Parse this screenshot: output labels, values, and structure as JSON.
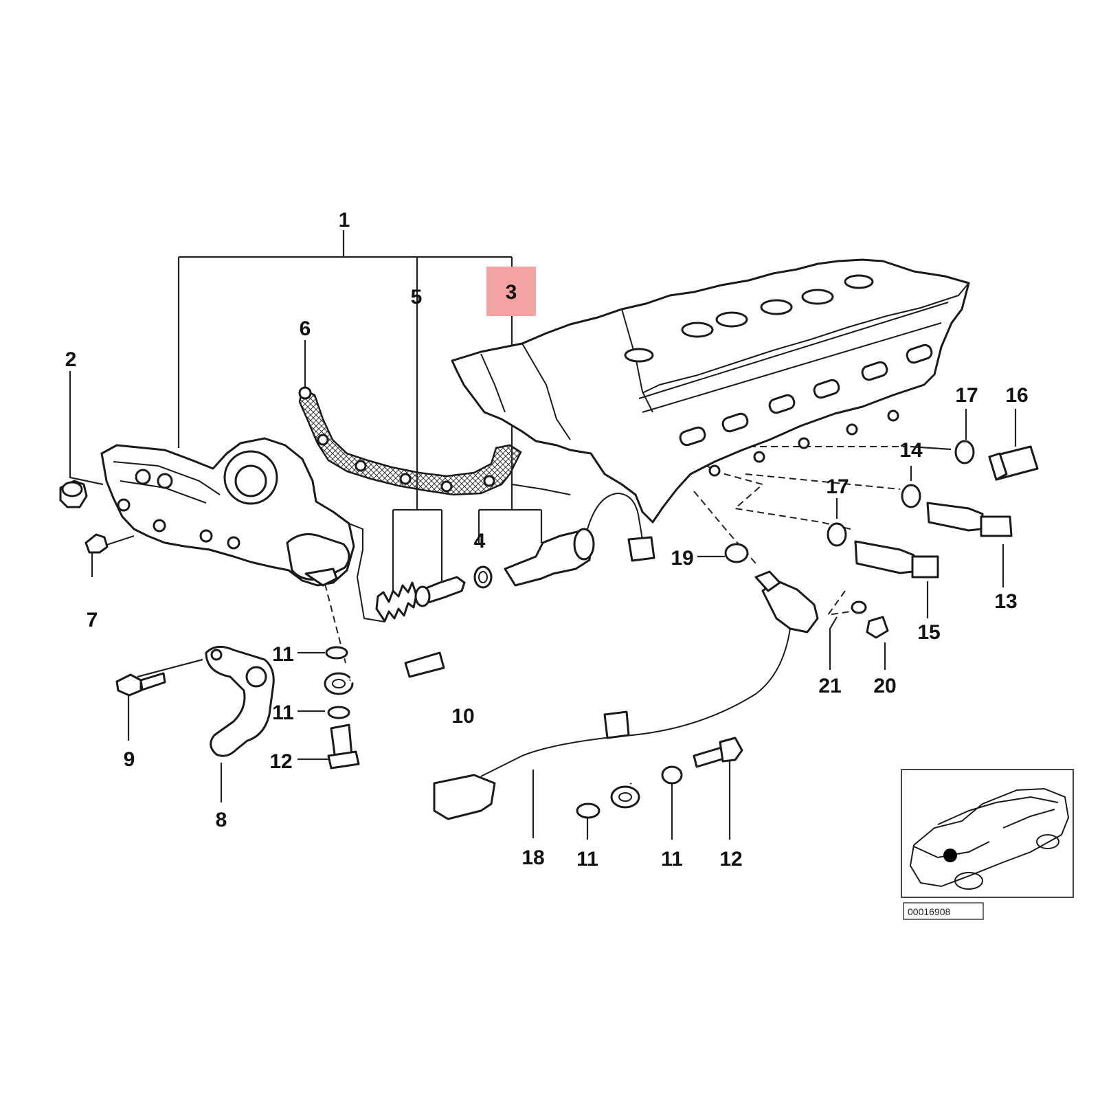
{
  "highlight_color": "#f4a3a3",
  "highlighted_callout": "3",
  "callouts": {
    "c1": "1",
    "c2": "2",
    "c3": "3",
    "c4": "4",
    "c5": "5",
    "c6": "6",
    "c7": "7",
    "c8": "8",
    "c9": "9",
    "c10": "10",
    "c11a": "11",
    "c11b": "11",
    "c11c": "11",
    "c11d": "11",
    "c12a": "12",
    "c12b": "12",
    "c13": "13",
    "c14": "14",
    "c15": "15",
    "c16": "16",
    "c17a": "17",
    "c17b": "17",
    "c18": "18",
    "c19": "19",
    "c20": "20",
    "c21": "21"
  },
  "inset": {
    "icon": "car-location-icon",
    "code": "00016908"
  }
}
